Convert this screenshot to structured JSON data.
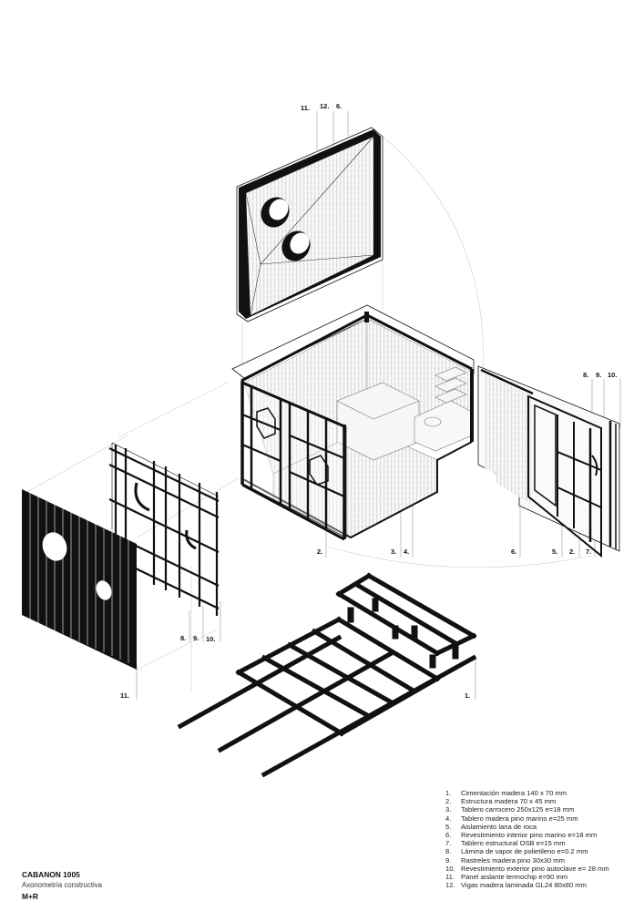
{
  "title_block": {
    "project": "CABANON 1005",
    "subtitle": "Axonometría constructiva",
    "author": "M+R"
  },
  "legend": [
    {
      "num": "1.",
      "text": "Cimentación madera 140 x 70 mm"
    },
    {
      "num": "2.",
      "text": "Estructura madera 70 x 45 mm"
    },
    {
      "num": "3.",
      "text": "Tablero carrocero 250x125 e=18 mm"
    },
    {
      "num": "4.",
      "text": "Tablero madera pino marino e=25 mm"
    },
    {
      "num": "5.",
      "text": "Aislamiento lana de roca"
    },
    {
      "num": "6.",
      "text": "Revestimiento interior pino marino e=18 mm"
    },
    {
      "num": "7.",
      "text": "Tablero estructural OSB e=15 mm"
    },
    {
      "num": "8.",
      "text": "Lámina de vapor de polietileno e=0.2 mm"
    },
    {
      "num": "9.",
      "text": "Rastreles madera pino 30x30 mm"
    },
    {
      "num": "10.",
      "text": "Revestimiento exterior pino autoclave e= 28 mm"
    },
    {
      "num": "11.",
      "text": "Panel aislante termochip e=90 mm"
    },
    {
      "num": "12.",
      "text": "Vigas madera laminada GL24 80x80 mm"
    }
  ],
  "callouts": {
    "roof": [
      "11.",
      "12.",
      "6."
    ],
    "right_wall_top": [
      "8.",
      "9.",
      "10."
    ],
    "room": [
      "2.",
      "3.",
      "4."
    ],
    "right_wall_bottom": [
      "6.",
      "5.",
      "2.",
      "7."
    ],
    "left_panel": [
      "8.",
      "9.",
      "10."
    ],
    "left_cladding": [
      "11."
    ],
    "foundation": [
      "1."
    ]
  },
  "colors": {
    "ink": "#111111",
    "guide": "#cccccc",
    "wood": "#f3f3f3"
  }
}
